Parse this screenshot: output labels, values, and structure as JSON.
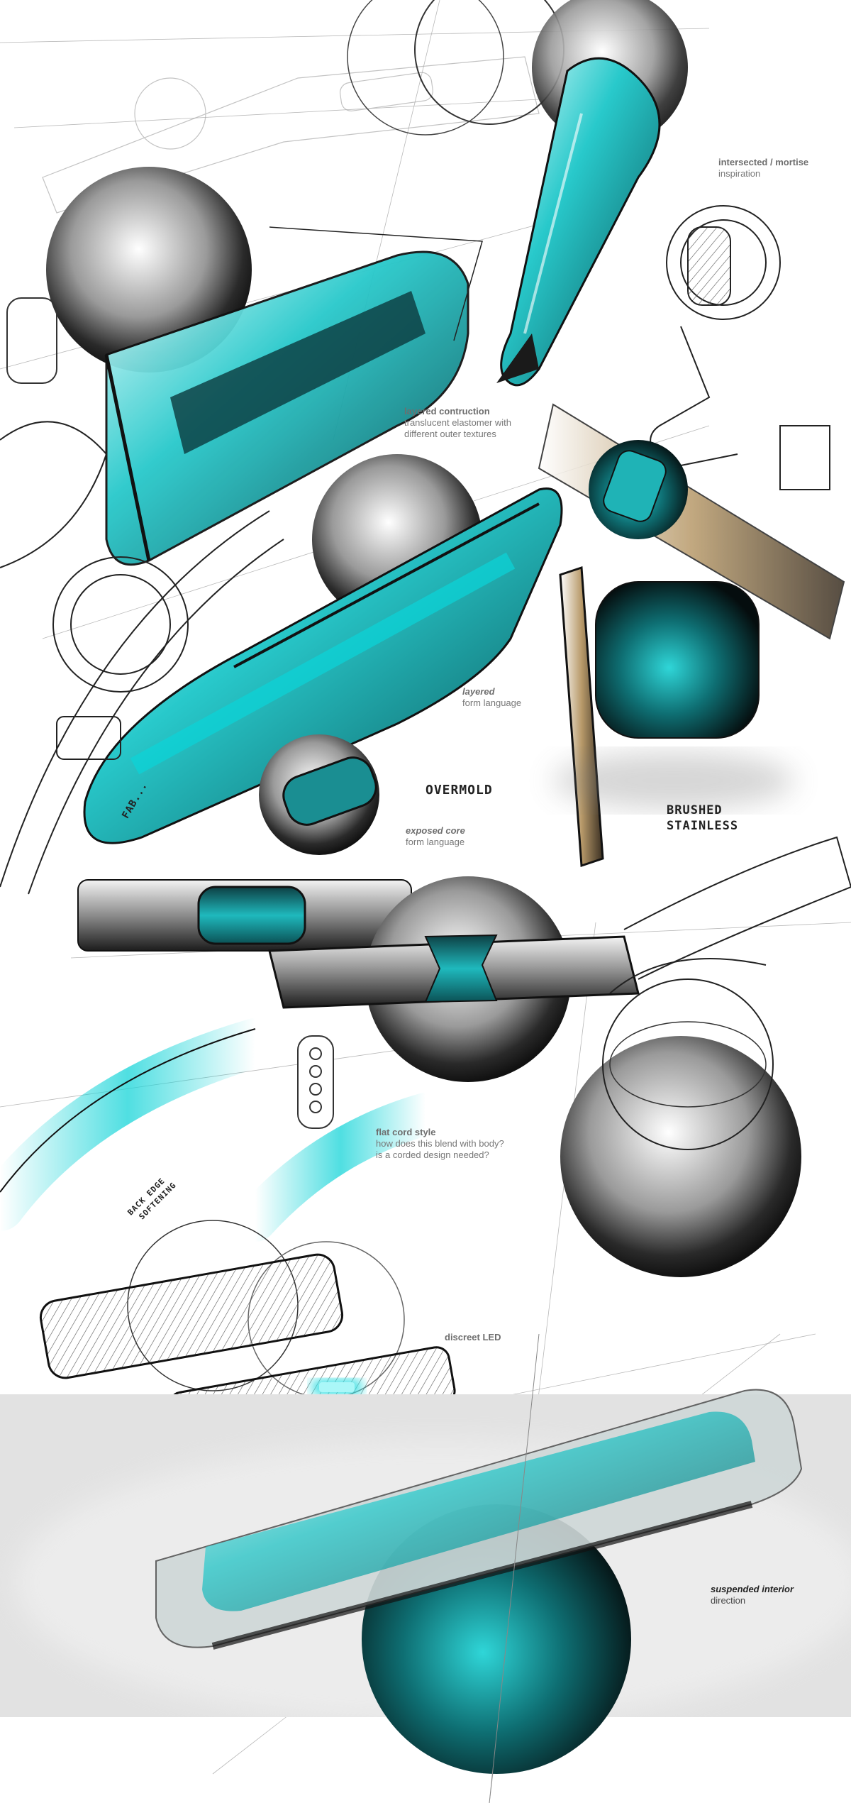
{
  "colors": {
    "teal": "#19c4c8",
    "teal_dark": "#0c6e74",
    "ink": "#1a1a1a",
    "bronze": "#b89a6a",
    "backdrop_grey": "#e2e2e2"
  },
  "annotations": {
    "intersected": {
      "title": "intersected / mortise",
      "body": "inspiration"
    },
    "layered_construction": {
      "title": "layered contruction",
      "body1": "translucent elastomer with",
      "body2": "different outer textures"
    },
    "layered_form": {
      "title": "layered",
      "body": "form language"
    },
    "exposed_core": {
      "title": "exposed core",
      "body": "form language"
    },
    "flat_cord": {
      "title": "flat cord style",
      "body1": "how does this blend with body?",
      "body2": "is a corded design needed?"
    },
    "discreet_led": {
      "title": "discreet LED"
    },
    "suspended_interior": {
      "title": "suspended interior",
      "body": "direction"
    }
  },
  "handwriting": {
    "overmold": "OVERMOLD",
    "brushed": "BRUSHED",
    "stainless": "STAINLESS",
    "back_edge": "BACK EDGE",
    "softening": "SOFTENING",
    "fabric": "FAB..."
  }
}
